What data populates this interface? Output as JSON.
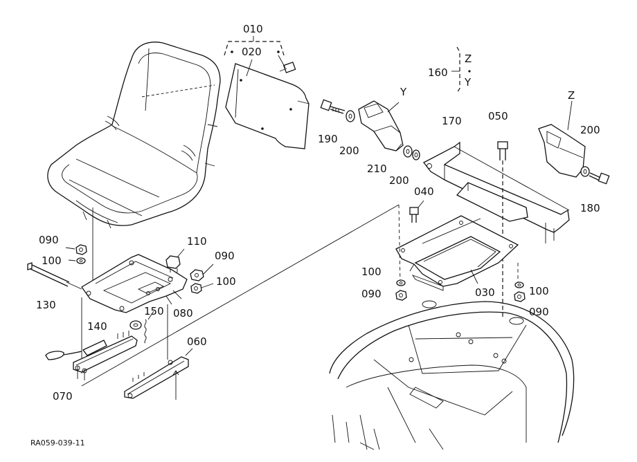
{
  "diagram": {
    "reference_code": "RA059-039-11",
    "labels": {
      "p010": "010",
      "p020": "020",
      "p030": "030",
      "p040": "040",
      "p050": "050",
      "p060": "060",
      "p070": "070",
      "p080": "080",
      "p090a": "090",
      "p090b": "090",
      "p090c": "090",
      "p090d": "090",
      "p100a": "100",
      "p100b": "100",
      "p100c": "100",
      "p100d": "100",
      "p110": "110",
      "p130": "130",
      "p140": "140",
      "p150": "150",
      "p160": "160",
      "p170": "170",
      "p180": "180",
      "p190": "190",
      "p200a": "200",
      "p200b": "200",
      "p200c": "200",
      "p210": "210",
      "marker_y_bracket": "Y",
      "marker_z_bracket": "Z",
      "marker_y_part": "Y",
      "marker_z_part": "Z"
    }
  }
}
